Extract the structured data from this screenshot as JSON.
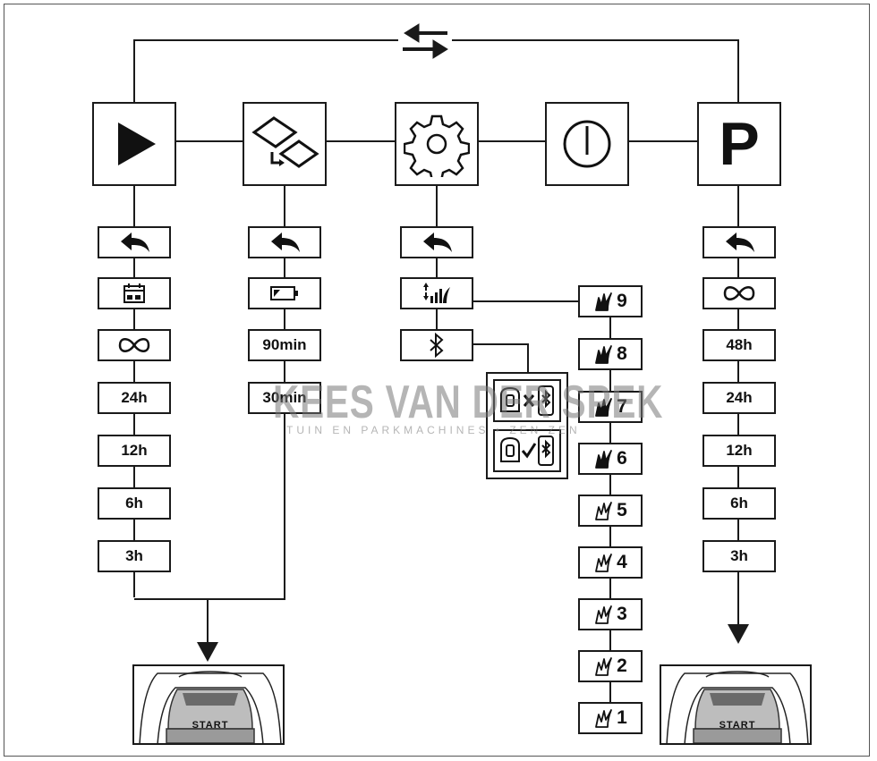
{
  "watermark": {
    "brand": "KEES VAN DER SPEK",
    "tagline": "TUIN EN PARKMACHINES • ZEN ZEN"
  },
  "top_menu": [
    {
      "name": "play-icon"
    },
    {
      "name": "area-switch-icon"
    },
    {
      "name": "settings-gear-icon"
    },
    {
      "name": "power-icon"
    },
    {
      "name": "park-icon",
      "label": "P"
    }
  ],
  "play_column": {
    "options": [
      "24h",
      "12h",
      "6h",
      "3h"
    ]
  },
  "area_column": {
    "options": [
      "90min",
      "30min"
    ]
  },
  "park_column": {
    "options": [
      "48h",
      "24h",
      "12h",
      "6h",
      "3h"
    ]
  },
  "height_levels": [
    "9",
    "8",
    "7",
    "6",
    "5",
    "4",
    "3",
    "2",
    "1"
  ],
  "mower_panel": {
    "start_label": "START"
  },
  "colors": {
    "line": "#1a1a1a",
    "box_border": "#1a1a1a",
    "watermark": "#8a8a8a"
  }
}
